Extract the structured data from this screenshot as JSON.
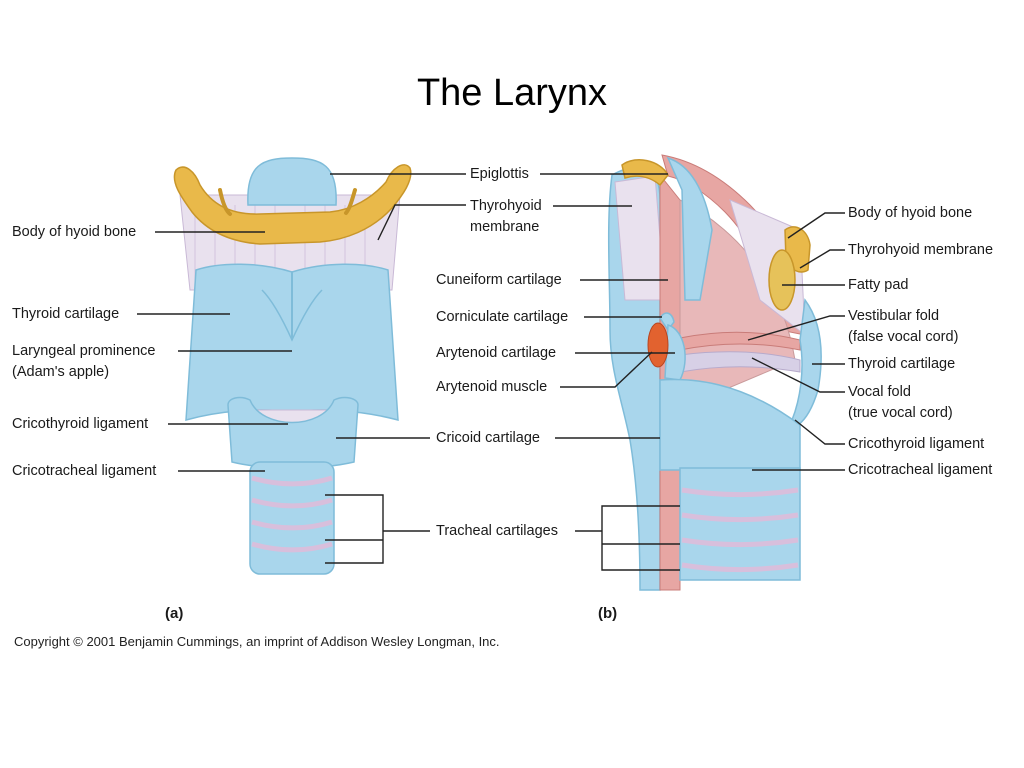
{
  "title": "The Larynx",
  "labels": {
    "a": {
      "body_hyoid": "Body of hyoid bone",
      "thyroid_cartilage": "Thyroid cartilage",
      "laryngeal_prominence_1": "Laryngeal prominence",
      "laryngeal_prominence_2": "(Adam's apple)",
      "cricothyroid_ligament": "Cricothyroid ligament",
      "cricotracheal_ligament": "Cricotracheal ligament"
    },
    "center": {
      "epiglottis": "Epiglottis",
      "thyrohyoid_1": "Thyrohyoid",
      "thyrohyoid_2": "membrane",
      "cuneiform": "Cuneiform cartilage",
      "corniculate": "Corniculate cartilage",
      "arytenoid_cartilage": "Arytenoid cartilage",
      "arytenoid_muscle": "Arytenoid muscle",
      "cricoid": "Cricoid cartilage",
      "tracheal": "Tracheal cartilages"
    },
    "b": {
      "body_hyoid": "Body of hyoid bone",
      "thyrohyoid_membrane": "Thyrohyoid membrane",
      "fatty_pad": "Fatty pad",
      "vestibular_1": "Vestibular fold",
      "vestibular_2": "(false vocal cord)",
      "thyroid_cartilage": "Thyroid cartilage",
      "vocal_1": "Vocal fold",
      "vocal_2": "(true vocal cord)",
      "cricothyroid_ligament": "Cricothyroid ligament",
      "cricotracheal_ligament": "Cricotracheal ligament"
    }
  },
  "panels": {
    "a": "(a)",
    "b": "(b)"
  },
  "copyright": "Copyright © 2001 Benjamin Cummings, an imprint of Addison Wesley Longman, Inc.",
  "colors": {
    "cartilage": "#a9d6ec",
    "cartilage_dark": "#7fbcd9",
    "bone": "#e9b94a",
    "membrane": "#e9e1ee",
    "mucosa": "#e7a6a3",
    "muscle": "#e2622f",
    "line": "#222222"
  }
}
